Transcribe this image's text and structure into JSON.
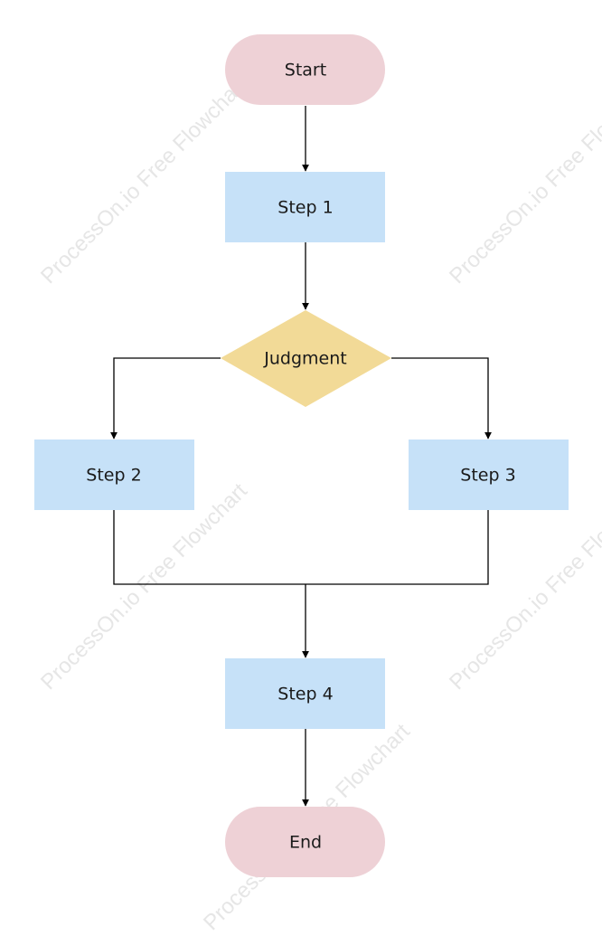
{
  "watermark": "ProcessOn.io Free Flowchart",
  "colors": {
    "terminal": "#eed1d6",
    "process": "#c6e1f8",
    "decision": "#f2da97",
    "edge": "#000000",
    "watermark": "#e6e6e6"
  },
  "nodes": {
    "start": {
      "label": "Start",
      "shape": "terminal"
    },
    "step1": {
      "label": "Step 1",
      "shape": "process"
    },
    "judgment": {
      "label": "Judgment",
      "shape": "decision"
    },
    "step2": {
      "label": "Step 2",
      "shape": "process"
    },
    "step3": {
      "label": "Step 3",
      "shape": "process"
    },
    "step4": {
      "label": "Step 4",
      "shape": "process"
    },
    "end": {
      "label": "End",
      "shape": "terminal"
    }
  },
  "edges": [
    {
      "from": "start",
      "to": "step1"
    },
    {
      "from": "step1",
      "to": "judgment"
    },
    {
      "from": "judgment",
      "to": "step2"
    },
    {
      "from": "judgment",
      "to": "step3"
    },
    {
      "from": "step2",
      "to": "step4"
    },
    {
      "from": "step3",
      "to": "step4"
    },
    {
      "from": "step4",
      "to": "end"
    }
  ]
}
